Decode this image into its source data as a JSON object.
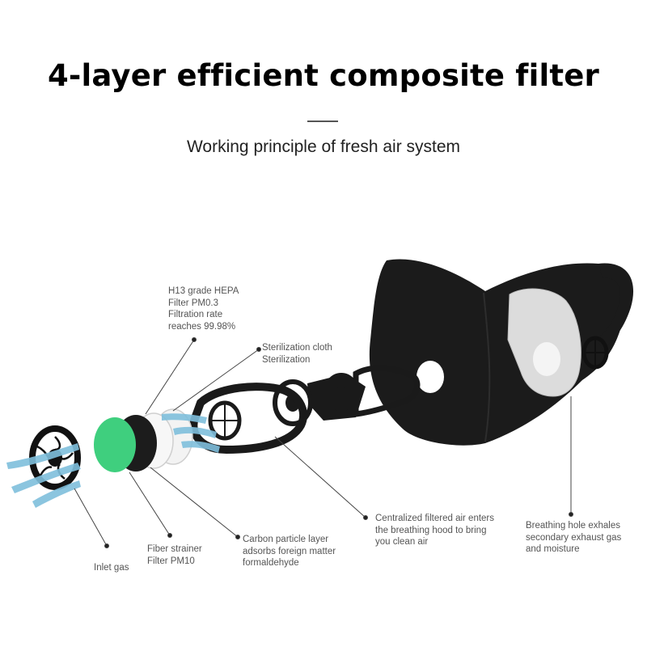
{
  "header": {
    "title": "4-layer efficient composite filter",
    "subtitle": "Working principle of fresh air system"
  },
  "labels": {
    "hepa": [
      "H13 grade HEPA",
      "Filter PM0.3",
      "Filtration rate",
      "reaches 99.98%"
    ],
    "sterilization": [
      "Sterilization cloth",
      "Sterilization"
    ],
    "inlet": [
      "Inlet gas"
    ],
    "fiber": [
      "Fiber strainer",
      "Filter PM10"
    ],
    "carbon": [
      "Carbon particle layer",
      "adsorbs foreign matter",
      "formaldehyde"
    ],
    "centralized": [
      "Centralized filtered air enters",
      "the breathing hood to bring",
      "you clean air"
    ],
    "breathing": [
      "Breathing hole exhales",
      "secondary exhaust gas",
      "and moisture"
    ]
  },
  "colors": {
    "mask": "#1b1b1b",
    "fiber_filter": "#3fcf7e",
    "air_flow": "#7fbfdc",
    "valve": "#d9d9d9",
    "label_text": "#555555",
    "leader_line": "#444444"
  }
}
